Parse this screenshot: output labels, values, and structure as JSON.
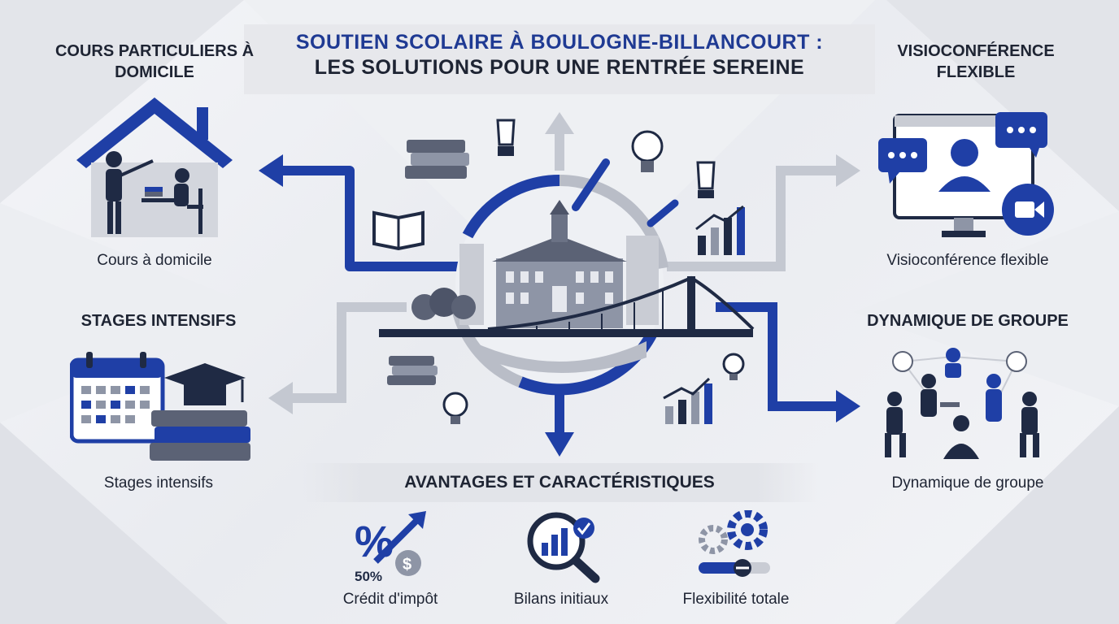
{
  "title": {
    "line1": "SOUTIEN SCOLAIRE À BOULOGNE-BILLANCOURT :",
    "line2": "LES SOLUTIONS POUR UNE RENTRÉE SEREINE"
  },
  "solutions": {
    "home": {
      "heading": "COURS PARTICULIERS À DOMICILE",
      "caption": "Cours à domicile"
    },
    "stages": {
      "heading": "STAGES INTENSIFS",
      "caption": "Stages intensifs"
    },
    "visio": {
      "heading": "VISIOCONFÉRENCE FLEXIBLE",
      "caption": "Visioconférence flexible"
    },
    "groupe": {
      "heading": "DYNAMIQUE DE GROUPE",
      "caption": "Dynamique de groupe"
    }
  },
  "advantages": {
    "heading": "AVANTAGES ET CARACTÉRISTIQUES",
    "items": [
      {
        "label": "Crédit d'impôt",
        "badge": "50%",
        "icon": "percent-growth-icon"
      },
      {
        "label": "Bilans initiaux",
        "icon": "magnifier-chart-icon"
      },
      {
        "label": "Flexibilité totale",
        "icon": "gears-slider-icon"
      }
    ]
  },
  "colors": {
    "blue": "#1f3fa6",
    "navy": "#1f2a44",
    "gray": "#9aa1b0",
    "light_gray": "#c9ccd4"
  }
}
